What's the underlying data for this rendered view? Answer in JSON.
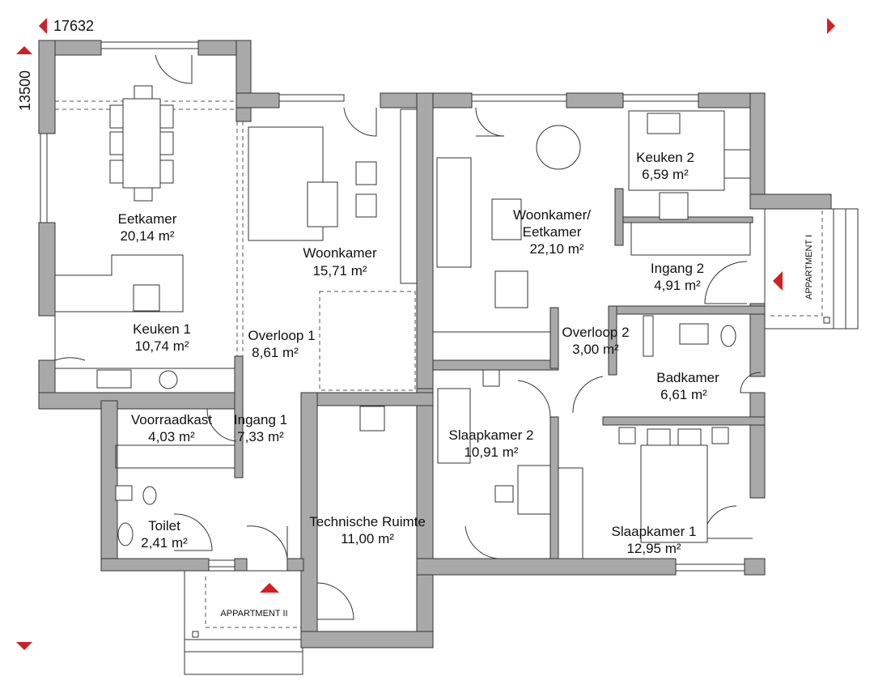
{
  "dimensions": {
    "width": "17632",
    "depth": "13500"
  },
  "rooms": [
    {
      "name": "Eetkamer",
      "area": "20,14 m²"
    },
    {
      "name": "Woonkamer",
      "area": "15,71 m²"
    },
    {
      "name": "Keuken 1",
      "area": "10,74 m²"
    },
    {
      "name": "Overloop 1",
      "area": "8,61 m²"
    },
    {
      "name": "Voorraadkast",
      "area": "4,03 m²"
    },
    {
      "name": "Ingang 1",
      "area": "7,33 m²"
    },
    {
      "name": "Toilet",
      "area": "2,41 m²"
    },
    {
      "name": "Technische Ruimte",
      "area": "11,00 m²"
    },
    {
      "name": "Woonkamer/ Eetkamer",
      "area": "22,10 m²"
    },
    {
      "name": "Keuken 2",
      "area": "6,59 m²"
    },
    {
      "name": "Ingang 2",
      "area": "4,91 m²"
    },
    {
      "name": "Overloop 2",
      "area": "3,00 m²"
    },
    {
      "name": "Badkamer",
      "area": "6,61 m²"
    },
    {
      "name": "Slaapkamer 2",
      "area": "10,91 m²"
    },
    {
      "name": "Slaapkamer 1",
      "area": "12,95 m²"
    }
  ],
  "entrances": {
    "apartment_1": "APPARTMENT I",
    "apartment_2": "APPARTMENT II"
  },
  "colors": {
    "accent": "#d21f26",
    "wall": "#a9a9a9"
  }
}
